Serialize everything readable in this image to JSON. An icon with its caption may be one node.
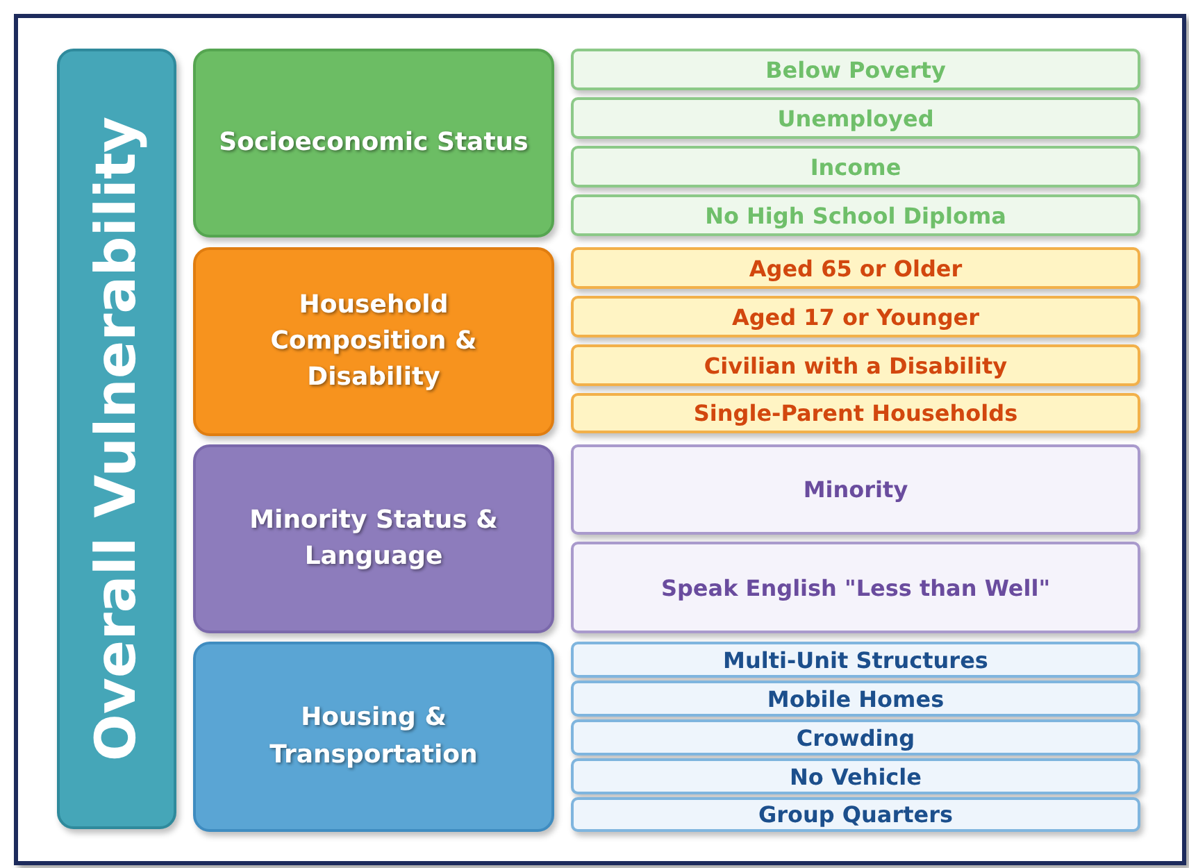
{
  "diagram": {
    "nodes": [
      {
        "text": [
          "Overall Vulnerability"
        ]
      },
      {
        "text": [
          "Socioeconomic Status"
        ]
      },
      {
        "text": [
          "Below Poverty"
        ]
      },
      {
        "text": [
          "Unemployed"
        ]
      },
      {
        "text": [
          "Income"
        ]
      },
      {
        "text": [
          "No High School Diploma"
        ]
      },
      {
        "text": [
          "Household Composition & Disability"
        ]
      },
      {
        "text": [
          "Aged 65 or Older"
        ]
      },
      {
        "text": [
          "Aged 17 or Younger"
        ]
      },
      {
        "text": [
          "Civilian with a Disability"
        ]
      },
      {
        "text": [
          "Single-Parent Households"
        ]
      },
      {
        "text": [
          "Minority Status & Language"
        ]
      },
      {
        "text": [
          "Minority"
        ]
      },
      {
        "text": [
          "Speak English \"Less than Well\""
        ]
      },
      {
        "text": [
          "Housing & Transportation"
        ]
      },
      {
        "text": [
          "Multi-Unit Structures"
        ]
      },
      {
        "text": [
          "Mobile Homes"
        ]
      },
      {
        "text": [
          "Crowding"
        ]
      },
      {
        "text": [
          "No Vehicle"
        ]
      },
      {
        "text": [
          "Group Quarters"
        ]
      }
    ]
  }
}
